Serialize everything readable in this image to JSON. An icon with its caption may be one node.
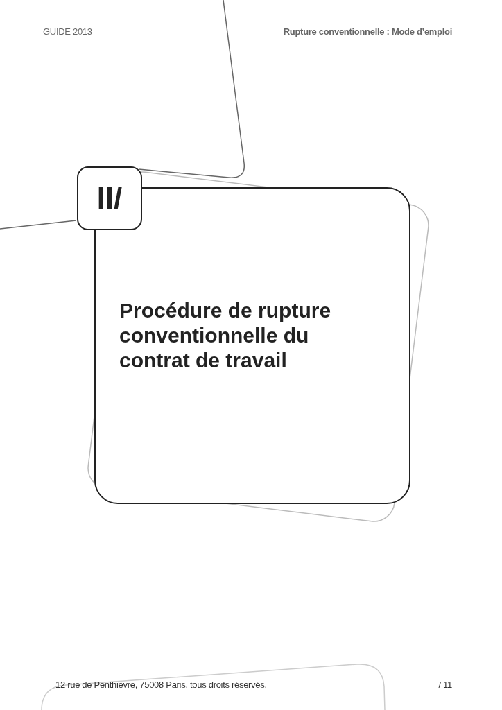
{
  "diagram": {
    "nodes": [
      {
        "text": [
          "II/"
        ]
      },
      {
        "text": [
          "Procédure de rupture conventionnelle du contrat de travail"
        ]
      }
    ],
    "labels": [
      "GUIDE 2013",
      "Rupture conventionnelle : Mode d’emploi",
      "12 rue de Penthièvre, 75008 Paris, tous droits réservés.",
      "/ 11"
    ]
  }
}
